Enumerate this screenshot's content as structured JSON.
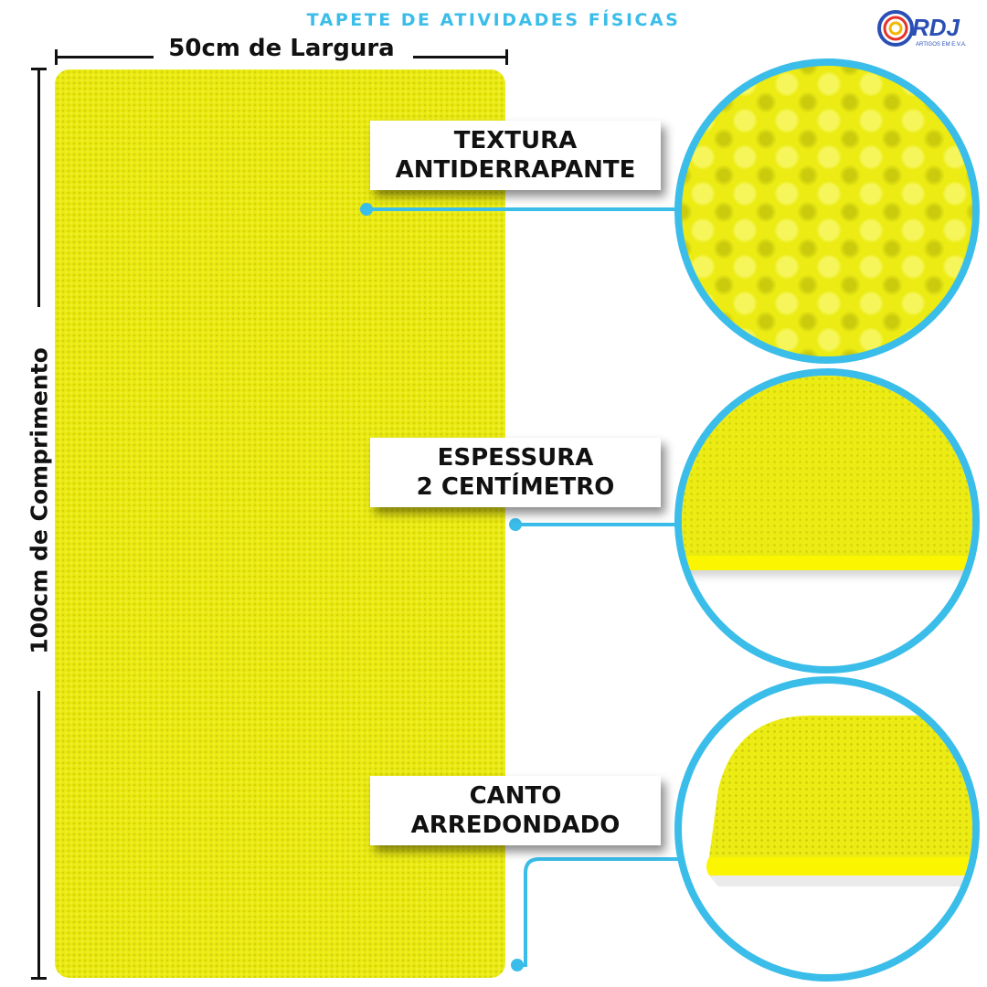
{
  "header": {
    "title": "TAPETE DE ATIVIDADES FÍSICAS",
    "logo_text": "RDJ",
    "logo_subtext": "ARTIGOS EM E.V.A."
  },
  "dimensions": {
    "width_label": "50cm de Largura",
    "length_label": "100cm de Comprimento"
  },
  "features": [
    {
      "line1": "TEXTURA",
      "line2": "ANTIDERRAPANTE",
      "image_icon": "non-slip-texture-closeup"
    },
    {
      "line1": "ESPESSURA",
      "line2": "2 CENTÍMETRO",
      "image_icon": "thickness-edge-closeup"
    },
    {
      "line1": "CANTO",
      "line2": "ARREDONDADO",
      "image_icon": "rounded-corner-closeup"
    }
  ],
  "colors": {
    "accent": "#3bbde9",
    "mat_yellow": "#eaea10",
    "text": "#111111",
    "logo_blue": "#2a4fb5",
    "logo_red": "#e5332a"
  }
}
